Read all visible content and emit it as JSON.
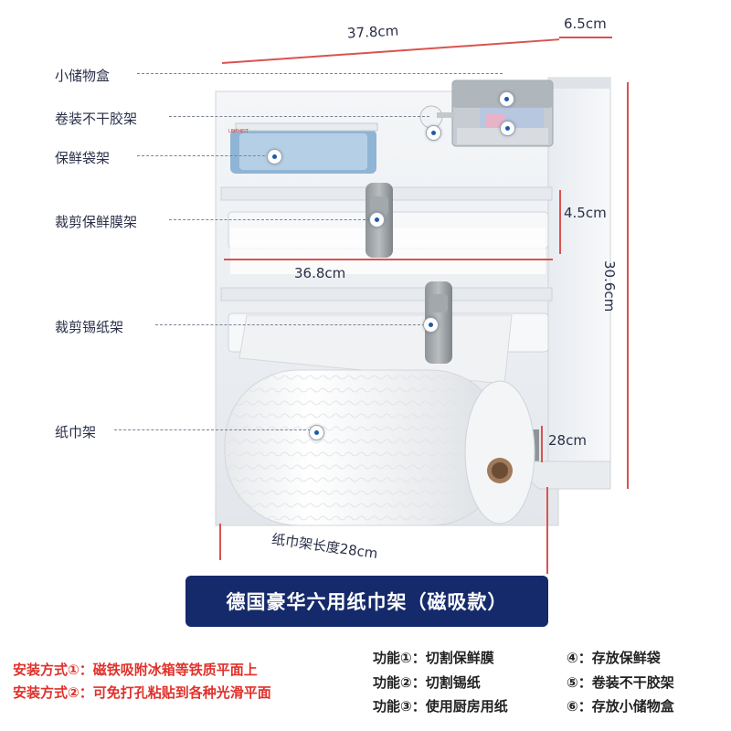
{
  "dimensions": {
    "width_main": "37.8cm",
    "width_side": "6.5cm",
    "height_total": "30.6cm",
    "film_gap": "4.5cm",
    "film_width": "36.8cm",
    "roll_diameter": "28cm",
    "paper_length": "纸巾架长度28cm"
  },
  "callouts": {
    "storage_box": "小储物盒",
    "tape_holder": "卷装不干胶架",
    "bag_holder": "保鲜袋架",
    "film_cutter": "裁剪保鲜膜架",
    "foil_cutter": "裁剪锡纸架",
    "towel_holder": "纸巾架"
  },
  "banner": "德国豪华六用纸巾架（磁吸款）",
  "install": {
    "method1": "安装方式①：磁铁吸附冰箱等铁质平面上",
    "method2": "安装方式②：可免打孔粘贴到各种光滑平面"
  },
  "functions": {
    "f1": "功能①：切割保鲜膜",
    "f2": "功能②：切割锡纸",
    "f3": "功能③：使用厨房用纸",
    "f4": "④：存放保鲜袋",
    "f5": "⑤：卷装不干胶架",
    "f6": "⑥：存放小储物盒"
  },
  "brand_mark": "LEIFHEIT",
  "colors": {
    "banner_bg": "#152a6b",
    "accent_red": "#e0312b",
    "dimension_line": "#d9534f",
    "body": "#eef1f4"
  }
}
